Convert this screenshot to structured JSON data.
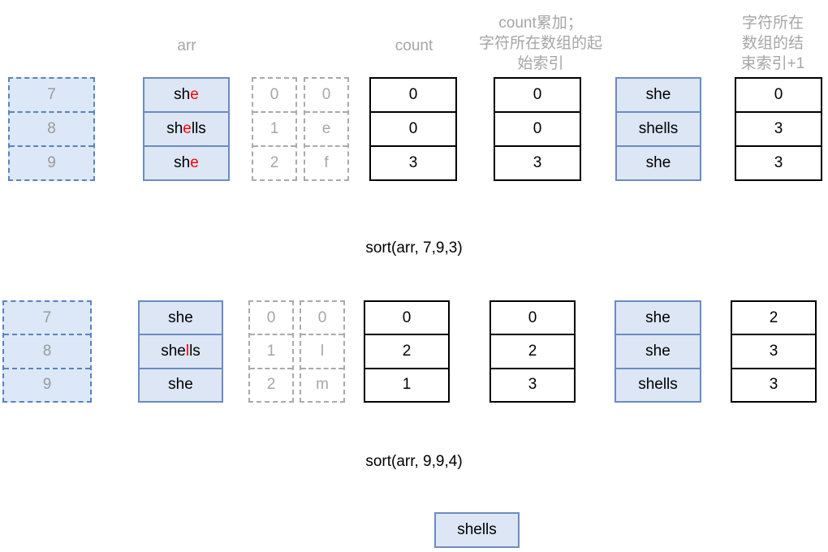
{
  "headers": {
    "arr": "arr",
    "count": "count",
    "count_cumulative": "count累加；\n字符所在数组的起\n始索引",
    "end_index": "字符所在\n数组的结\n束索引+1"
  },
  "colors": {
    "blue_fill": "#dce6f5",
    "blue_border": "#6b8cbf",
    "dashed_blue": "#5a82c0",
    "dashed_gray": "#aaaaaa",
    "gray_text": "#a6a6a6",
    "highlight_red": "#ff0000",
    "black": "#000000"
  },
  "rows": [
    {
      "indices": [
        "7",
        "8",
        "9"
      ],
      "arr": [
        {
          "prefix": "sh",
          "highlight": "e",
          "suffix": ""
        },
        {
          "prefix": "sh",
          "highlight": "e",
          "suffix": "lls"
        },
        {
          "prefix": "sh",
          "highlight": "e",
          "suffix": ""
        }
      ],
      "char_pos": [
        "0",
        "1",
        "2"
      ],
      "chars": [
        "0",
        "e",
        "f"
      ],
      "count": [
        "0",
        "0",
        "3"
      ],
      "count_cumulative": [
        "0",
        "0",
        "3"
      ],
      "sorted": [
        "she",
        "shells",
        "she"
      ],
      "end_index": [
        "0",
        "3",
        "3"
      ],
      "caption": "sort(arr, 7,9,3)"
    },
    {
      "indices": [
        "7",
        "8",
        "9"
      ],
      "arr": [
        {
          "prefix": "she",
          "highlight": "",
          "suffix": ""
        },
        {
          "prefix": "she",
          "highlight": "l",
          "suffix": "ls"
        },
        {
          "prefix": "she",
          "highlight": "",
          "suffix": ""
        }
      ],
      "char_pos": [
        "0",
        "1",
        "2"
      ],
      "chars": [
        "0",
        "l",
        "m"
      ],
      "count": [
        "0",
        "2",
        "1"
      ],
      "count_cumulative": [
        "0",
        "2",
        "3"
      ],
      "sorted": [
        "she",
        "she",
        "shells"
      ],
      "end_index": [
        "2",
        "3",
        "3"
      ],
      "caption": "sort(arr, 9,9,4)"
    }
  ],
  "result": {
    "label": "shells"
  }
}
